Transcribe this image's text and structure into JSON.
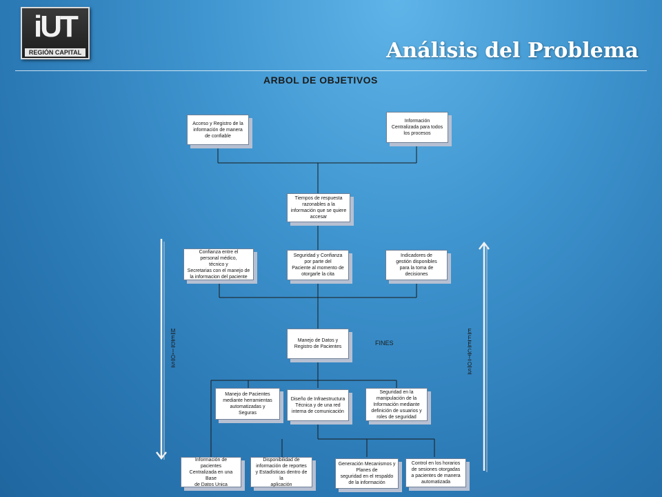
{
  "header": {
    "logo_mark": "iUT",
    "logo_text": "REGIÓN CAPITAL",
    "title": "Análisis del Problema",
    "subtitle": "ARBOL DE OBJETIVOS"
  },
  "diagram": {
    "fines_label": "FINES",
    "medios_label": "M\nE\nD\nI\nO\nS",
    "efectos_label": "E\nF\nE\nC\nT\nO\nS",
    "nodes": {
      "acceso": "Acceso y Registro de la\ninformación de manera\nde confiable",
      "informacion_centralizada": "Información\nCentralizada para todos\nlos procesos",
      "tiempos": "Tiempos de respuesta\nrazonables a la\ninformación que se quiere\naccesar",
      "confianza": "Confianza entre el\npersonal médico,\ntécnico y\nSecretarias con el manejo de\nla informacion del paciente",
      "seguridad_confianza": "Seguridad y Confianza\npor parte del\nPaciente al momento de\notorgarle la cita",
      "indicadores": "Indicadores de\ngestión disponibles\npara la toma de\ndecisiones",
      "manejo_datos": "Manejo de Datos y\nRegistro de Pacientes",
      "manejo_pacientes": "Manejo de Pacientes\nmediante herramientas\nautomatizadas y\nSeguras",
      "diseno": "Diseño de Infraestructura\nTécnica y de una red\ninterna de comunicación",
      "seguridad_manipulacion": "Seguridad en la\nmanipulación de la\nInformación mediante\ndefinición de usuarios y\nroles de seguridad",
      "informacion_pacientes": "Información de\npacientes\nCentralizada en una Base\nde Datos Unica",
      "disponibilidad": "Disponibilidad de\ninformación de reportes\ny Estadísticas dentro de la\naplicación",
      "generacion": "Generación Mecanismos y\nPlanes de\nseguridad en el respaldo\nde la información",
      "control": "Control en los horarios\nde sesiones otorgadas\na pacientes de manera\nautomatizada"
    }
  }
}
